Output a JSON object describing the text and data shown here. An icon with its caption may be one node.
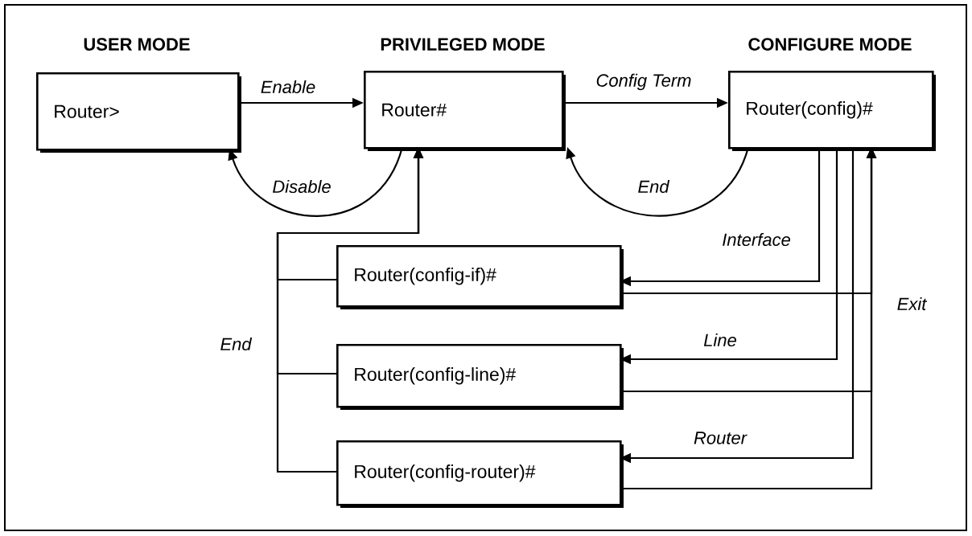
{
  "diagram": {
    "nodes": [
      {
        "text": [
          "USER MODE",
          "Router>"
        ]
      },
      {
        "text": [
          "PRIVILEGED MODE",
          "Router#"
        ]
      },
      {
        "text": [
          "CONFIGURE MODE",
          "Router(config)#"
        ]
      },
      {
        "text": [
          "Router(config-if)#"
        ]
      },
      {
        "text": [
          "Router(config-line)#"
        ]
      },
      {
        "text": [
          "Router(config-router)#"
        ]
      }
    ],
    "edges": [
      {
        "from": 0,
        "to": 1,
        "arrow": "to",
        "label": "Enable"
      },
      {
        "from": 1,
        "to": 2,
        "arrow": "to",
        "label": "Config Term"
      },
      {
        "from": 1,
        "to": 0,
        "arrow": "to",
        "label": "Disable"
      },
      {
        "from": 2,
        "to": 1,
        "arrow": "to",
        "label": "End"
      },
      {
        "from": 2,
        "to": 3,
        "arrow": "to",
        "label": "Interface"
      },
      {
        "from": 2,
        "to": 4,
        "arrow": "to",
        "label": "Line"
      },
      {
        "from": 2,
        "to": 5,
        "arrow": "to",
        "label": "Router"
      },
      {
        "from": 3,
        "to": 2,
        "arrow": "to",
        "label": "Exit"
      },
      {
        "from": 4,
        "to": 2,
        "arrow": "to"
      },
      {
        "from": 5,
        "to": 2,
        "arrow": "to"
      },
      {
        "from": 3,
        "to": 1,
        "arrow": "to",
        "label": "End"
      },
      {
        "from": 4,
        "to": 1,
        "arrow": "to"
      },
      {
        "from": 5,
        "to": 1,
        "arrow": "to"
      }
    ]
  }
}
